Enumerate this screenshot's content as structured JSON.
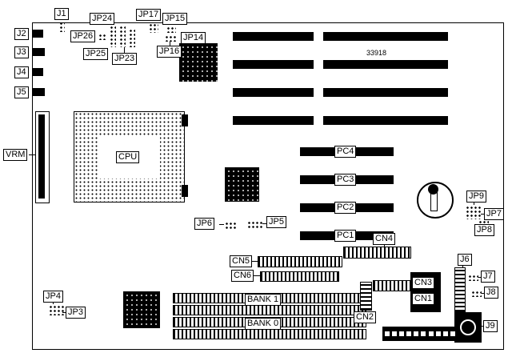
{
  "board": {
    "part_number": "33918"
  },
  "labels": {
    "J1": "J1",
    "J2": "J2",
    "J3": "J3",
    "J4": "J4",
    "J5": "J5",
    "J6": "J6",
    "J7": "J7",
    "J8": "J8",
    "J9": "J9",
    "JP3": "JP3",
    "JP4": "JP4",
    "JP5": "JP5",
    "JP6": "JP6",
    "JP7": "JP7",
    "JP8": "JP8",
    "JP9": "JP9",
    "JP14": "JP14",
    "JP15": "JP15",
    "JP16": "JP16",
    "JP17": "JP17",
    "JP23": "JP23",
    "JP24": "JP24",
    "JP25": "JP25",
    "JP26": "JP26",
    "VRM": "VRM",
    "CPU": "CPU",
    "CN1": "CN1",
    "CN2": "CN2",
    "CN3": "CN3",
    "CN4": "CN4",
    "CN5": "CN5",
    "CN6": "CN6",
    "PC1": "PC1",
    "PC2": "PC2",
    "PC3": "PC3",
    "PC4": "PC4",
    "BANK0": "BANK 0",
    "BANK1": "BANK 1"
  }
}
